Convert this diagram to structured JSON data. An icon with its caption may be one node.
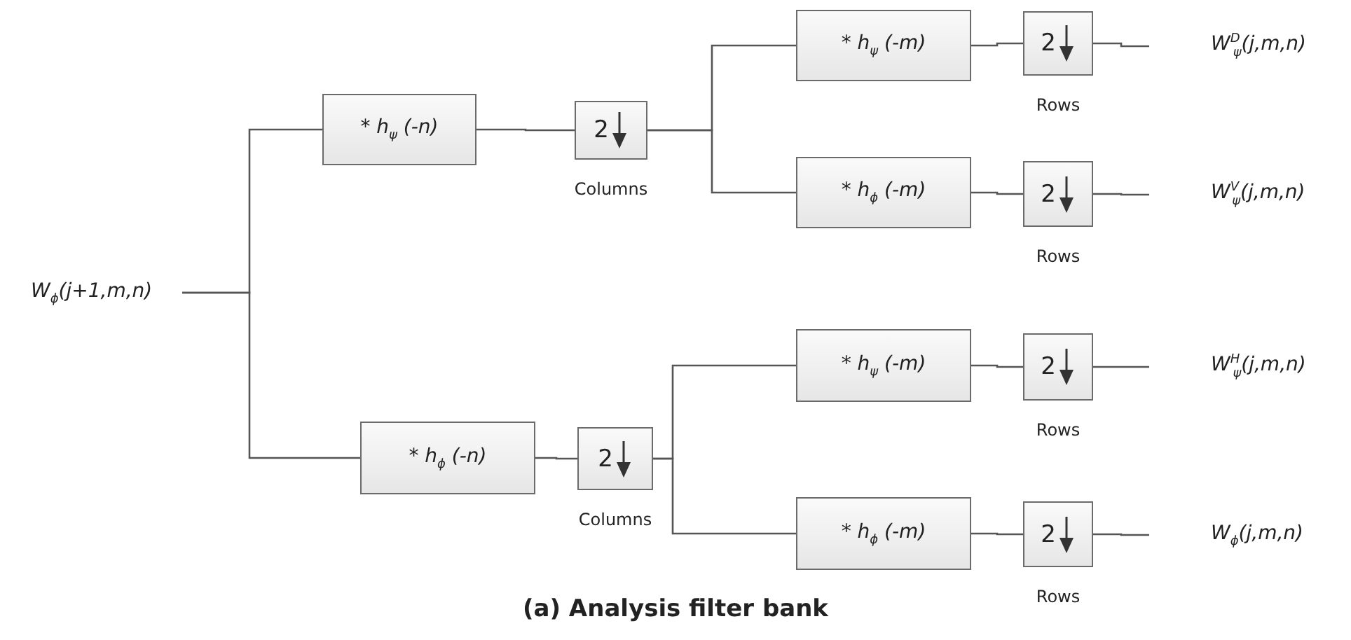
{
  "diagram": {
    "caption": "(a) Analysis filter bank",
    "nodes": [
      {
        "text": [
          "W$_{ϕ}$(j+1,m,n)"
        ]
      },
      {
        "text": [
          "* h$_{ψ}$ (-n)"
        ]
      },
      {
        "text": [
          "2"
        ],
        "beside": [
          "Columns"
        ]
      },
      {
        "text": [
          "* h$_{ψ}$ (-m)"
        ]
      },
      {
        "text": [
          "2"
        ],
        "beside": [
          "Rows"
        ]
      },
      {
        "text": [
          "W$^{D}$$_{ψ}$(j,m,n)"
        ]
      },
      {
        "text": [
          "* h$_{ϕ}$ (-m)"
        ]
      },
      {
        "text": [
          "2"
        ],
        "beside": [
          "Rows"
        ]
      },
      {
        "text": [
          "W$^{V}$$_{ψ}$(j,m,n)"
        ]
      },
      {
        "text": [
          "* h$_{ϕ}$ (-n)"
        ]
      },
      {
        "text": [
          "2"
        ],
        "beside": [
          "Columns"
        ]
      },
      {
        "text": [
          "* h$_{ψ}$ (-m)"
        ]
      },
      {
        "text": [
          "2"
        ],
        "beside": [
          "Rows"
        ]
      },
      {
        "text": [
          "W$^{H}$$_{ψ}$(j,m,n)"
        ]
      },
      {
        "text": [
          "* h$_{ϕ}$ (-m)"
        ]
      },
      {
        "text": [
          "2"
        ],
        "beside": [
          "Rows"
        ]
      },
      {
        "text": [
          "W$_{ϕ}$(j,m,n)"
        ]
      }
    ],
    "edges": [
      {
        "from": 0,
        "to": 1,
        "arrow": "none"
      },
      {
        "from": 0,
        "to": 9,
        "arrow": "none"
      },
      {
        "from": 1,
        "to": 2,
        "arrow": "none"
      },
      {
        "from": 2,
        "to": 3,
        "arrow": "none"
      },
      {
        "from": 2,
        "to": 6,
        "arrow": "none"
      },
      {
        "from": 3,
        "to": 4,
        "arrow": "none"
      },
      {
        "from": 4,
        "to": 5,
        "arrow": "none"
      },
      {
        "from": 6,
        "to": 7,
        "arrow": "none"
      },
      {
        "from": 7,
        "to": 8,
        "arrow": "none"
      },
      {
        "from": 9,
        "to": 10,
        "arrow": "none"
      },
      {
        "from": 10,
        "to": 11,
        "arrow": "none"
      },
      {
        "from": 10,
        "to": 14,
        "arrow": "none"
      },
      {
        "from": 11,
        "to": 12,
        "arrow": "none"
      },
      {
        "from": 12,
        "to": 13,
        "arrow": "none"
      },
      {
        "from": 14,
        "to": 15,
        "arrow": "none"
      },
      {
        "from": 15,
        "to": 16,
        "arrow": "none"
      }
    ]
  }
}
